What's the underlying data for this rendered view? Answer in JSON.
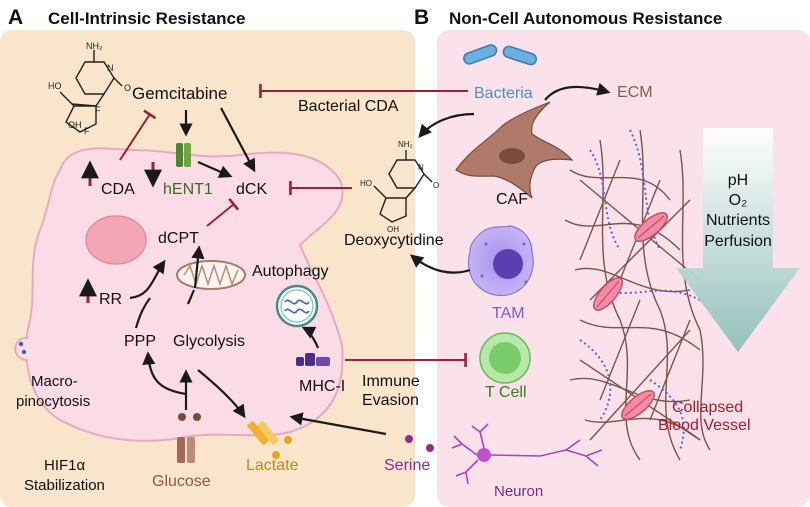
{
  "panel_a": {
    "letter": "A",
    "title": "Cell-Intrinsic Resistance",
    "gemcitabine": "Gemcitabine",
    "cda": "CDA",
    "hent1": "hENT1",
    "dck": "dCK",
    "dcpt": "dCPT",
    "rr": "RR",
    "autophagy": "Autophagy",
    "ppp": "PPP",
    "glycolysis": "Glycolysis",
    "macro_1": "Macro-",
    "macro_2": "pinocytosis",
    "mhc": "MHC-I",
    "hif_1": "HIF1α",
    "hif_2": "Stabilization",
    "glucose": "Glucose",
    "lactate": "Lactate",
    "mol_nh2": "NH₂",
    "mol_n": "N",
    "mol_o": "O",
    "mol_ho": "HO",
    "mol_oh": "OH",
    "mol_f": "F"
  },
  "panel_b": {
    "letter": "B",
    "title": "Non-Cell Autonomous Resistance",
    "bacteria": "Bacteria",
    "ecm": "ECM",
    "bacterial_cda": "Bacterial CDA",
    "caf": "CAF",
    "deoxycytidine": "Deoxycytidine",
    "tam": "TAM",
    "t_cell": "T Cell",
    "immune_1": "Immune",
    "immune_2": "Evasion",
    "serine": "Serine",
    "neuron": "Neuron",
    "collapsed_1": "Collapsed",
    "collapsed_2": "Blood Vessel",
    "gradient": [
      "pH",
      "O₂",
      "Nutrients",
      "Perfusion"
    ]
  },
  "colors": {
    "panel_a_bg": "#f9e5cc",
    "panel_b_bg": "#fbe2ea",
    "cell_fill": "#fadbe6",
    "inhibit": "#9b2335",
    "arrow": "#1a1a1a",
    "green_label": "#3a6b1e",
    "bacteria_blue": "#4a90c8",
    "ecm_brown": "#8a5a4a",
    "tam_purple": "#7a5cc8",
    "tcell_green": "#3a7a2a",
    "serine_purple": "#9a2a8a",
    "glucose_brown": "#8a5a4a",
    "lactate_gold": "#c08a1a"
  }
}
